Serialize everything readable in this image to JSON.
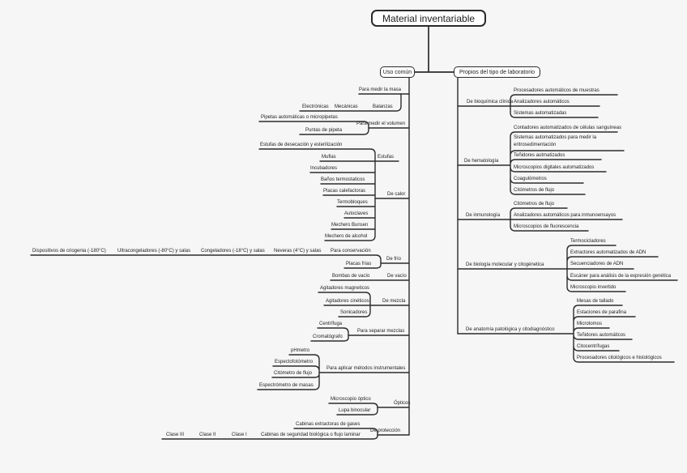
{
  "colors": {
    "background": "#f6f6f6",
    "line": "#2b2b2b",
    "node_fill": "#ffffff",
    "text": "#1d1d1d"
  },
  "map": {
    "root": {
      "label": "Material inventariable"
    },
    "uso_comun": {
      "label": "Uso común",
      "children": {
        "masa": {
          "label": "Para medir la masa",
          "children": {
            "balanzas": {
              "label": "Balanzas",
              "children": {
                "mecanicas": {
                  "label": "Mecánicas"
                },
                "electronicas": {
                  "label": "Electrónicas"
                }
              }
            }
          }
        },
        "volumen": {
          "label": "Para medir el volumen",
          "children": {
            "pipetas": {
              "label": "Pipetas automáticas o micropipetas",
              "children": {
                "puntas": {
                  "label": "Puntas de pipeta"
                }
              }
            }
          }
        },
        "calor": {
          "label": "De calor",
          "children": {
            "estufas": {
              "label": "Estufas",
              "children": {
                "desecacion": {
                  "label": "Estufas de desecación y esterilización"
                },
                "muflas": {
                  "label": "Muflas"
                },
                "incubadores": {
                  "label": "Incubadores"
                }
              }
            },
            "banos": {
              "label": "Baños termostaticos"
            },
            "placas_calefactoras": {
              "label": "Placas calefactoras"
            },
            "termobloques": {
              "label": "Termobloques"
            },
            "autoclaves": {
              "label": "Autoclaves"
            },
            "mechero_bunsen": {
              "label": "Mechero Bunsen"
            },
            "mechero_alcohol": {
              "label": "Mechero de alcohol"
            }
          }
        },
        "frio": {
          "label": "De frío",
          "children": {
            "conservacion": {
              "label": "Para conservación",
              "children": {
                "neveras": {
                  "label": "Neveras (4°C) y salas"
                },
                "congeladores": {
                  "label": "Congeladores (-18°C) y salas"
                },
                "ultracongeladores": {
                  "label": "Ultracongeladores (-80°C) y salas"
                },
                "criogenia": {
                  "label": "Dispositivos de criogenia (-180°C)"
                }
              }
            },
            "placas_frias": {
              "label": "Placas frías"
            }
          }
        },
        "vacio": {
          "label": "De vacío",
          "children": {
            "bombas": {
              "label": "Bombas de vacío"
            }
          }
        },
        "mezcla": {
          "label": "De mezcla",
          "children": {
            "magneticos": {
              "label": "Agitadores magneticos"
            },
            "cineticos": {
              "label": "Agitadores cinéticos"
            },
            "sonicadores": {
              "label": "Sonicadores"
            }
          }
        },
        "separar": {
          "label": "Para separar mezclas",
          "children": {
            "centrifuga": {
              "label": "Centrífuga"
            },
            "cromatografo": {
              "label": "Cromatógrafo"
            }
          }
        },
        "instrumentales": {
          "label": "Para aplicar métodos instrumentales",
          "children": {
            "phmetro": {
              "label": "pHmetro"
            },
            "espectofotometro": {
              "label": "Espectofotómetro"
            },
            "citometro_flujo": {
              "label": "Citómetro de flujo"
            },
            "espectrometro_masas": {
              "label": "Espectrómetro de masas"
            }
          }
        },
        "opticos": {
          "label": "Ópticos",
          "children": {
            "microscopio_optico": {
              "label": "Microscopio óptico"
            },
            "lupa_binocular": {
              "label": "Lupa binocular"
            }
          }
        },
        "proteccion": {
          "label": "De protección",
          "children": {
            "extractoras_gases": {
              "label": "Cabinas extractoras de gases"
            },
            "seguridad_biologica": {
              "label": "Cabinas de seguridad biológica o flujo laminar",
              "children": {
                "clase_1": {
                  "label": "Clase I"
                },
                "clase_2": {
                  "label": "Clase II"
                },
                "clase_3": {
                  "label": "Clase III"
                }
              }
            }
          }
        }
      }
    },
    "propios": {
      "label": "Propios del tipo de laboratorio",
      "children": {
        "bioquimica": {
          "label": "De bioquímica clínica",
          "children": {
            "procesadores_muestras": {
              "label": "Procesadores automáticos de muestras"
            },
            "analizadores_automaticos": {
              "label": "Analizadores automáticos"
            },
            "sistemas_automatizados": {
              "label": "Sistemas automatizadas"
            }
          }
        },
        "hematologia": {
          "label": "De hematología",
          "children": {
            "contadores": {
              "label": "Contadores automatizados de células sanguíneas"
            },
            "eritrosedimentacion": {
              "label": "Sistemas automatizados para medir la eritrosedimentación"
            },
            "tenidores": {
              "label": "Teñidores autmatizados"
            },
            "microscopios_digitales": {
              "label": "Microscopios digitales automatizados"
            },
            "coagulometros": {
              "label": "Coagulómetros"
            },
            "citometros_flujo": {
              "label": "Citómetros de flujo"
            }
          }
        },
        "inmunologia": {
          "label": "De inmunología",
          "children": {
            "citometros_flujo": {
              "label": "Citómetros de flujo"
            },
            "analizadores_inmunoensayos": {
              "label": "Analizadores automáticos para inmunoensayos"
            },
            "microscopios_fluorescencia": {
              "label": "Microscopios de fluorescencia"
            }
          }
        },
        "biologia_molecular": {
          "label": "De biología molecular y citogénetica",
          "children": {
            "termocicladores": {
              "label": "Termocicladores"
            },
            "extractores_adn": {
              "label": "Extractores automatizados de ADN"
            },
            "secuenciadores_adn": {
              "label": "Secuenciadores de ADN"
            },
            "escaner_expresion": {
              "label": "Escáner para análisis de la expresión genética"
            },
            "microscopio_invertido": {
              "label": "Microscopio invertido"
            }
          }
        },
        "anatomia_patologica": {
          "label": "De anatomía patológica y citodiagnóstico",
          "children": {
            "mesas_tallado": {
              "label": "Mesas de tallado"
            },
            "estaciones_parafina": {
              "label": "Estaciones de parafina"
            },
            "microtomos": {
              "label": "Microtomos"
            },
            "tenidores_automaticos": {
              "label": "Teñidores automáticos"
            },
            "citocentrifugas": {
              "label": "Citocentrífugas"
            },
            "procesadores_citologicos": {
              "label": "Procesadores citológicos e histológicos"
            }
          }
        }
      }
    }
  }
}
